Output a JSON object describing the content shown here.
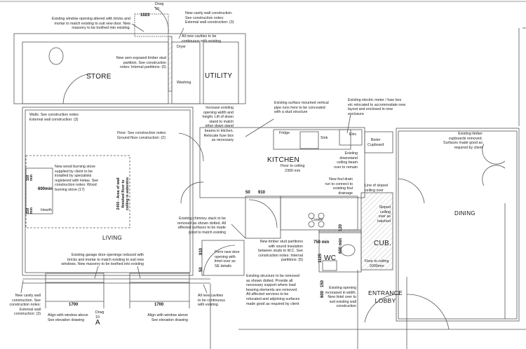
{
  "rooms": {
    "store": "STORE",
    "utility": "UTILITY",
    "kitchen": "KITCHEN",
    "living": "LIVING",
    "dining": "DINING",
    "wc": "WC",
    "cub": "CUB.",
    "entrance": "ENTRANCE\nLOBBY"
  },
  "labels": {
    "dryer": "Dryer",
    "washing": "Washing",
    "fridge": "Fridge",
    "sink": "Sink",
    "elec": "Elec",
    "boiler": "Boiler\nCupboard",
    "cooker": "Cooker",
    "hearth": "Hearth",
    "kitchen_height": "Floor to ceiling\n2300 mm",
    "cub_height": "Floor to ceiling\n2000mm"
  },
  "drawing_refs": {
    "top": "Drwg\n10",
    "bottom": "Drwg\n10",
    "bottom_marker": "A"
  },
  "dimensions": {
    "top_opening": "1023",
    "window_left": "1700",
    "window_right": "1700",
    "door_50": "50",
    "door_910": "910",
    "side_910": "910",
    "side_50": "50",
    "wc_750": "750 min",
    "wc_600": "600 min",
    "wc_120": "120",
    "wc_1125": "1125",
    "lobby_600": "600",
    "lobby_150": "150",
    "stove_600": "600min",
    "stove_150_top": "150\nmin",
    "stove_150_bottom": "150\nmin",
    "wall_area": "2400 - Area of wall\nfinished floor to\nceiling is asbestos"
  },
  "notes": {
    "window_opening": "Existing window opening altered with bricks and\nmortar to match existing to suit new door. New\nmasonry to be toothed into existing.",
    "cavity_top": "New cavity wall construction.\nSee construction notes:\nExternal wall construction: (3)",
    "cavities_top": "All new cavities to be\ncontinuous with existing",
    "stud_partition": "New sem exposed timber stud\npartition. See construction\nnotes: Internal partitions: (5)",
    "walls": "Walls: See construction notes:\nExternal wall construction: (3)",
    "floor": "Floor: See construction notes:\nGround floor construction: (2)",
    "increase_opening": "Increase existing\nopening width and\nheight. Lift of down\nstand to match\nother down stand\nbeams in kitchen.\nRelocate fuse box\nas necessary",
    "pipe_runs": "Existing surface mounted vertical\npipe runs here to be concealed\nwith a stud structure",
    "electric_meter": "Existing electric meter / fuse box\netc relocated to accommodate new\nlayout and enclosed in new\nenclosure",
    "downstand": "Existing\ndownstand\nceiling beam\nover to remain",
    "foul_drain": "New foul drain\nrun to connect to\nexisting foul\ndrainage",
    "sloped_line": "Line of sloped\nceiling over",
    "sloped_ceiling": "Sloped\nceiling\nover as\nhatched",
    "timber_cupboards": "Existing timber\ncupboards removed.\nSurfaces made good as\nrequired by client",
    "stove": "New wood burning stove\nsupplied by client to be\ninstalled by specialists\nregistered with Hetas. See\nconstruction notes: Wood\nburning stove (17)",
    "chimney": "Existing chimney stack to be\nremoved as shown dotted. All\naffected surfaces to be made\ngood to match existing",
    "wc_partitions": "New timber stud partitions\nwith sound insulation\nbetween studs to W.C. See\nconstruction notes: Internal\npartitions: (5)",
    "new_door": "Form new door\nopening with\nlintel over as\nSE details",
    "structure_removed": "Existing structure to be removed\nas shown dotted. Provide all\nnecessary support where load\nbearing elements are removed.\nAll affected services to be\nrelocated and adjoining surfaces\nmade good as required by client",
    "opening_increased": "Existing opening\nincreased in width.\nNew lintel over to\nsuit existing wall\nconstruction",
    "garage": "Existing garage door openings reduced with\nbricks and mortar to match existing to suit new\nwindows. New masonry to be toothed into existing",
    "cavity_bottom": "New cavity wall\nconstruction. See\nconstruction notes:\nExternal wall\nconstruction: (3)",
    "align_left": "Align with window above\nSee elevation drawing",
    "align_right": "Align with window above\nSee elevation drawing",
    "cavities_bottom": "All new cavities\nto be continuous\nwith existing"
  }
}
